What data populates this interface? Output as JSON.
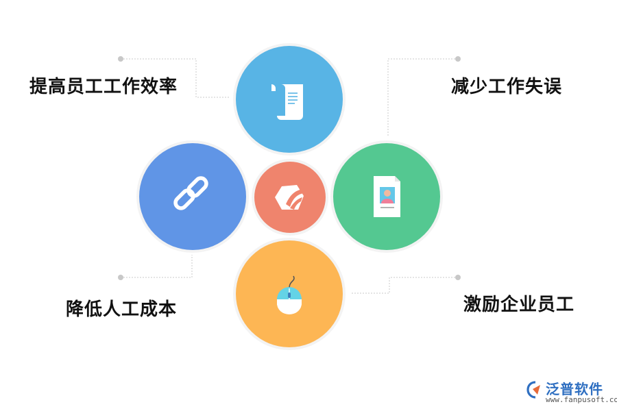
{
  "diagram": {
    "center": {
      "icon": "brand-logo-icon",
      "color": "#ef846d"
    },
    "nodes": [
      {
        "id": "top",
        "label": "提高员工工作效率",
        "icon": "document-scroll-icon",
        "color": "#58b4e5"
      },
      {
        "id": "right",
        "label": "减少工作失误",
        "icon": "profile-card-icon",
        "color": "#54c891"
      },
      {
        "id": "left",
        "label": "降低人工成本",
        "icon": "link-chain-icon",
        "color": "#6095e6"
      },
      {
        "id": "bottom",
        "label": "激励企业员工",
        "icon": "computer-mouse-icon",
        "color": "#fdb654"
      }
    ],
    "connector_color": "#c8c8c8"
  },
  "brand": {
    "name": "泛普软件",
    "url": "www.fanpusoft.com",
    "icon": "fanpu-logo-icon",
    "accent": "#2f6fc1",
    "accent2": "#e66a3a"
  }
}
